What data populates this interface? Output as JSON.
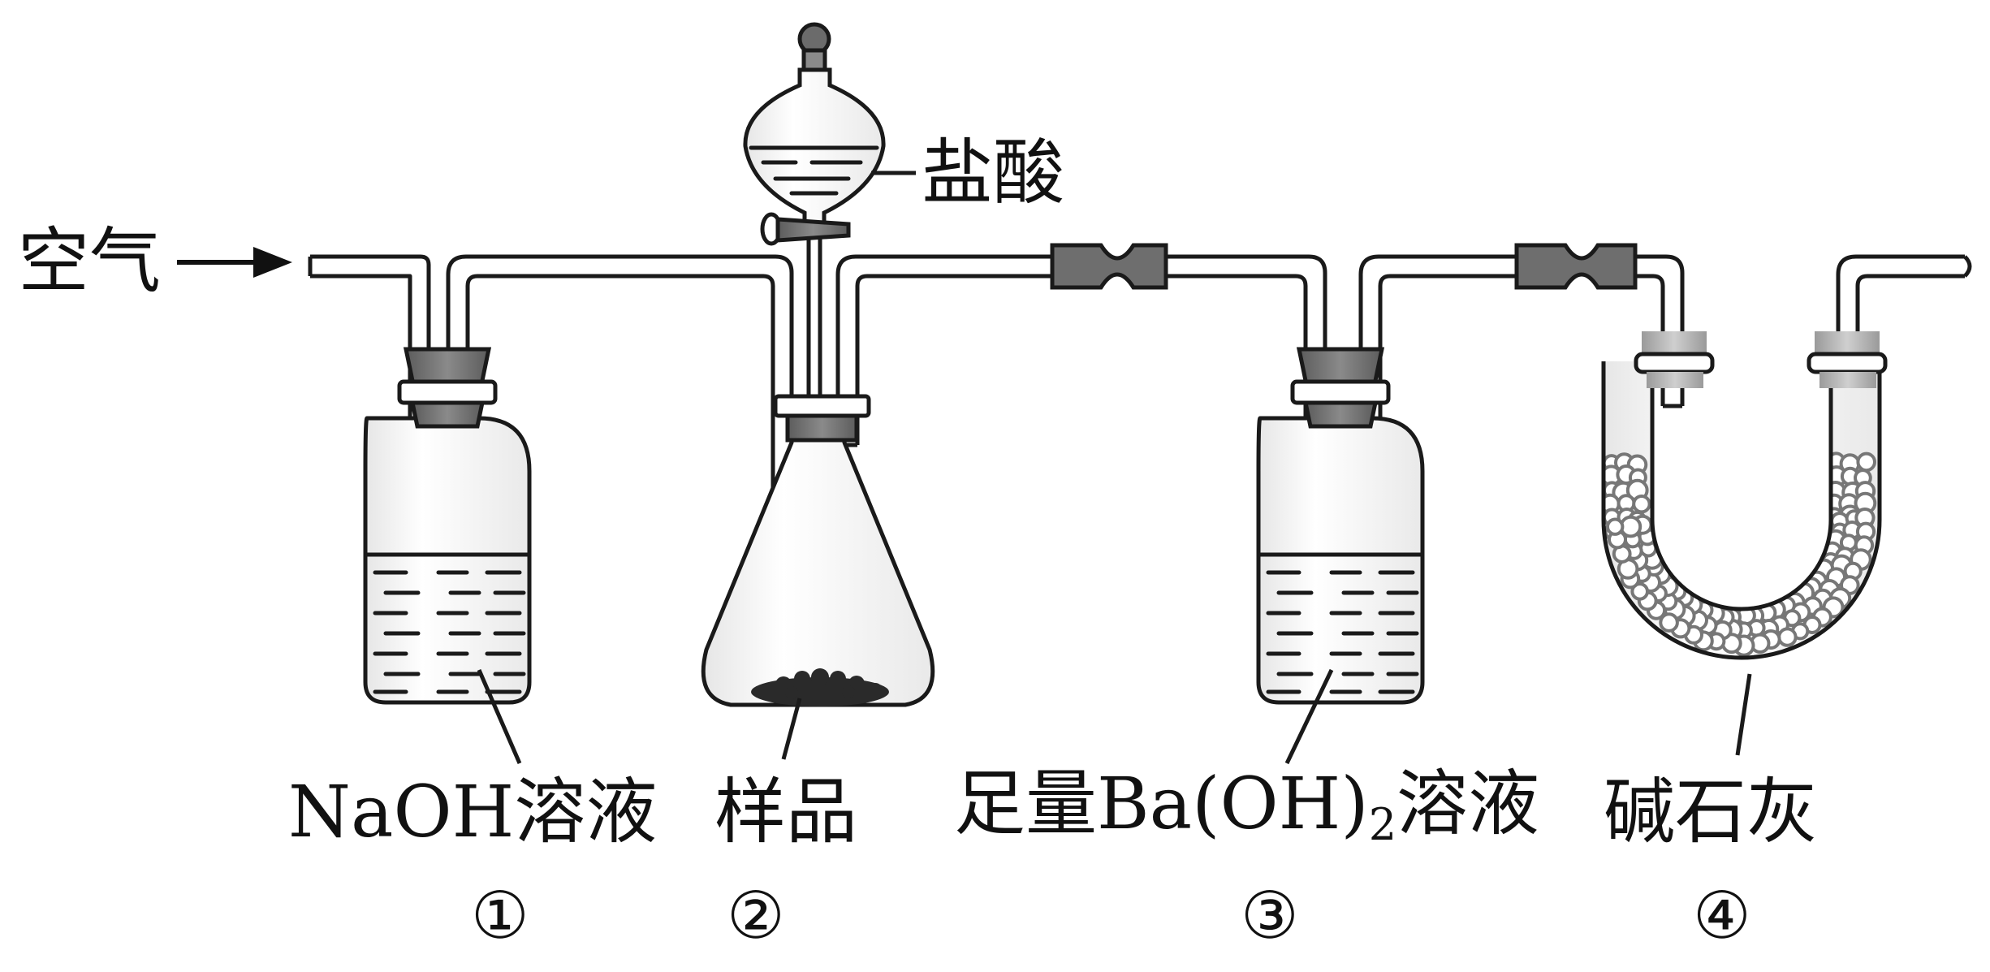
{
  "labels": {
    "air": "空气",
    "acid": "盐酸",
    "naoh": "NaOH溶液",
    "sample": "样品",
    "baoh_prefix": "足量Ba(OH)",
    "baoh_sub": "2",
    "baoh_suffix": "溶液",
    "sodalime": "碱石灰"
  },
  "numbers": {
    "n1": "①",
    "n2": "②",
    "n3": "③",
    "n4": "④"
  },
  "colors": {
    "outline": "#1a1a1a",
    "stopper": "#6f6f6f",
    "stopper_light": "#a8a8a8",
    "glass": "#f4f4f4",
    "pellet": "#777777"
  }
}
